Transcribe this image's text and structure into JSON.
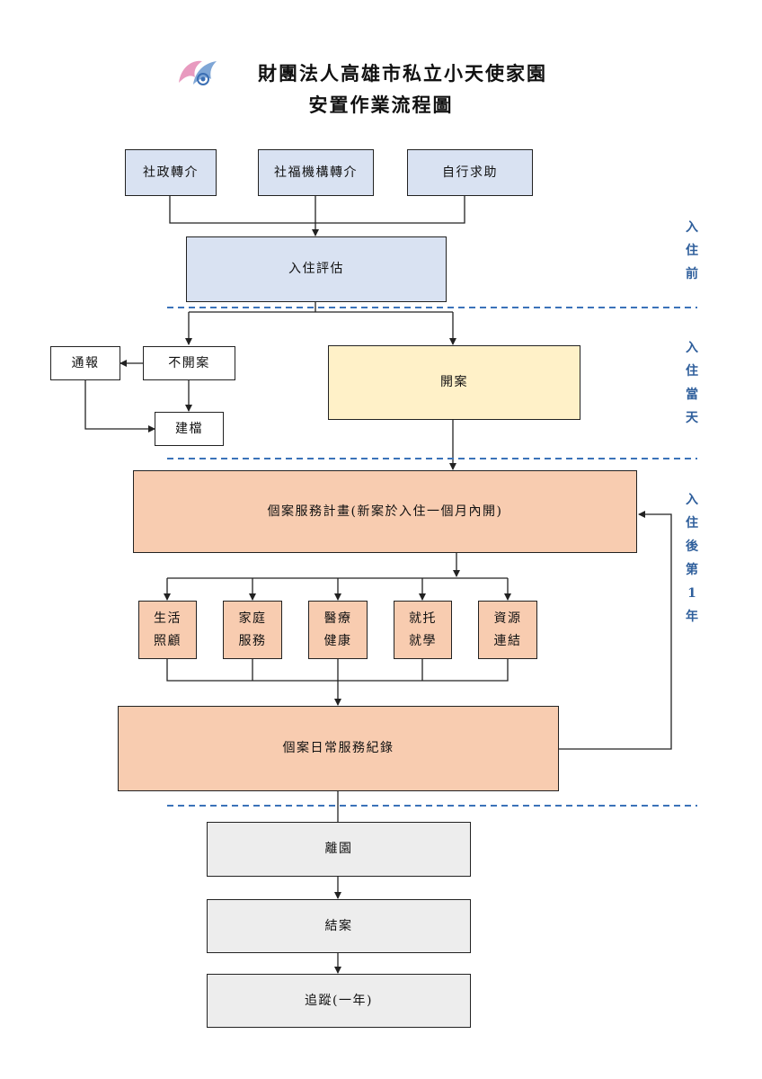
{
  "title": {
    "line1": "財團法人高雄市私立小天使家園",
    "line2": "安置作業流程圖"
  },
  "nodes": {
    "referral_social": "社政轉介",
    "referral_welfare": "社福機構轉介",
    "self_help": "自行求助",
    "assessment": "入住評估",
    "not_open": "不開案",
    "report": "通報",
    "archive": "建檔",
    "open_case": "開案",
    "service_plan": "個案服務計畫(新案於入住一個月內開)",
    "life_care_1": "生活",
    "life_care_2": "照顧",
    "family_1": "家庭",
    "family_2": "服務",
    "medical_1": "醫療",
    "medical_2": "健康",
    "school_1": "就托",
    "school_2": "就學",
    "resource_1": "資源",
    "resource_2": "連結",
    "daily_record": "個案日常服務紀錄",
    "leave": "離園",
    "close_case": "結案",
    "follow_up": "追蹤(一年)"
  },
  "stages": {
    "before": [
      "入",
      "住",
      "前"
    ],
    "same_day": [
      "入",
      "住",
      "當",
      "天"
    ],
    "first_year": [
      "入",
      "住",
      "後",
      "第",
      "1",
      "年"
    ]
  },
  "colors": {
    "blue_box": "#d9e2f2",
    "yellow_box": "#fff1c8",
    "orange_box": "#f8ccb0",
    "gray_box": "#ededed",
    "stage_text": "#2f5f9c",
    "divider": "#3b73b9"
  }
}
